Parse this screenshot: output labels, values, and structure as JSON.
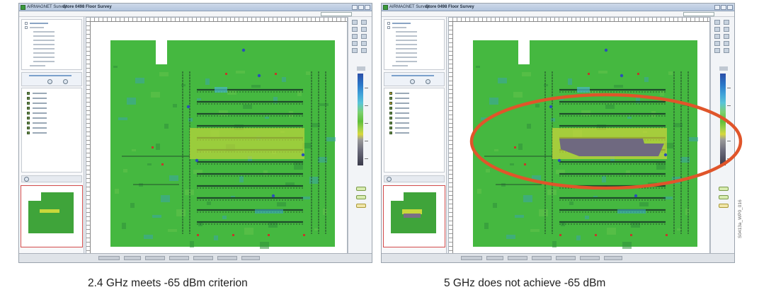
{
  "captions": {
    "left": "2.4 GHz meets -65 dBm criterion",
    "right": "5 GHz does not achieve -65 dBm"
  },
  "side_note": "S0413a_WP0_016",
  "panels": [
    {
      "id": "left",
      "app_name": "AIRMAGNET Survey",
      "doc_name": "Store 0498 Floor Survey",
      "band": "2.4 GHz",
      "meets_criterion": true,
      "colors": {
        "coverage": "#45b840",
        "weak_band": "#c8d83a",
        "shortfall": "#6f6980"
      }
    },
    {
      "id": "right",
      "app_name": "AIRMAGNET Survey",
      "doc_name": "Store 0498 Floor Survey",
      "band": "5 GHz",
      "meets_criterion": false,
      "colors": {
        "coverage": "#45b840",
        "weak_band": "#d8d83a",
        "shortfall": "#6f6980",
        "highlight": "#e0552a"
      }
    }
  ]
}
